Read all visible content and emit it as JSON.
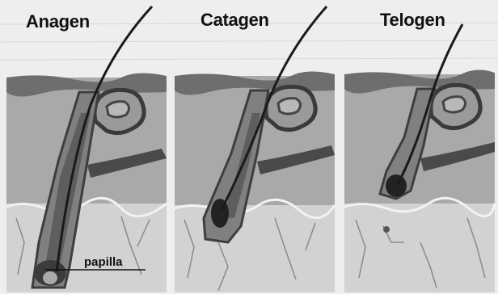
{
  "phases": [
    {
      "label": "Anagen"
    },
    {
      "label": "Catagen"
    },
    {
      "label": "Telogen"
    }
  ],
  "annotation": {
    "papilla": "papilla"
  },
  "colors": {
    "background": "#eeeeee",
    "epidermis": "#6e6e6e",
    "dermis": "#a9a9a9",
    "subcutis": "#d2d2d2",
    "follicle_sheath": "#777777",
    "hair_shaft": "#1a1a1a"
  }
}
